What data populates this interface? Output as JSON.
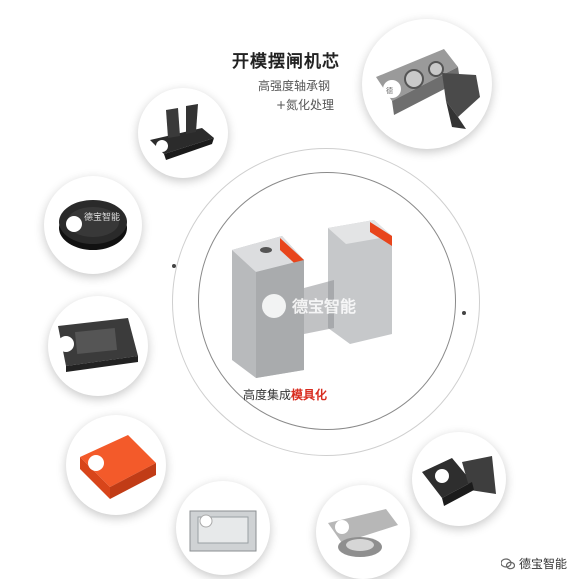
{
  "header": {
    "title": "开模摆闸机芯",
    "subtitle_1": "高强度轴承钢",
    "subtitle_2": "+氮化处理"
  },
  "caption": {
    "prefix": "高度集成",
    "highlight": "模具化"
  },
  "watermark": {
    "text": "德宝智能"
  },
  "logo_text": "德宝智能",
  "colors": {
    "accent": "#e8451c",
    "text": "#222222",
    "highlight": "#d82c1f"
  }
}
